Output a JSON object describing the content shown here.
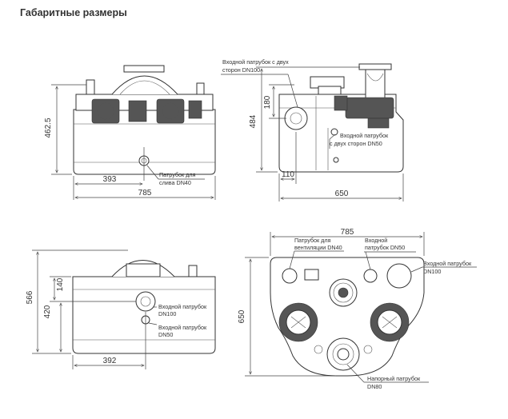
{
  "title": "Габаритные размеры",
  "front_view": {
    "dims": {
      "height": "462.5",
      "offset": "393",
      "width": "785"
    },
    "labels": {
      "drain_line1": "Патрубок для",
      "drain_line2": "слива DN40"
    }
  },
  "side_view": {
    "dims": {
      "height": "484",
      "inlet_height": "180",
      "bottom": "110",
      "width": "650"
    },
    "labels": {
      "inlet_top_line1": "Входной патрубок с двух",
      "inlet_top_line2": "сторон DN100",
      "inlet_side_line1": "Входной патрубок",
      "inlet_side_line2": "с двух сторон DN50"
    }
  },
  "rear_view": {
    "dims": {
      "height": "566",
      "inlet_height": "420",
      "upper": "140",
      "offset": "392"
    },
    "labels": {
      "inlet100_line1": "Входной патрубок",
      "inlet100_line2": "DN100",
      "inlet50_line1": "Входной патрубок",
      "inlet50_line2": "DN50"
    }
  },
  "top_view": {
    "dims": {
      "width": "785",
      "height": "650"
    },
    "labels": {
      "vent_line1": "Патрубок для",
      "vent_line2": "вентиляции DN40",
      "inlet50_line1": "Входной",
      "inlet50_line2": "патрубок DN50",
      "inlet100_line1": "Входной патрубок",
      "inlet100_line2": "DN100",
      "pressure_line1": "Напорный патрубок",
      "pressure_line2": "DN80"
    }
  }
}
